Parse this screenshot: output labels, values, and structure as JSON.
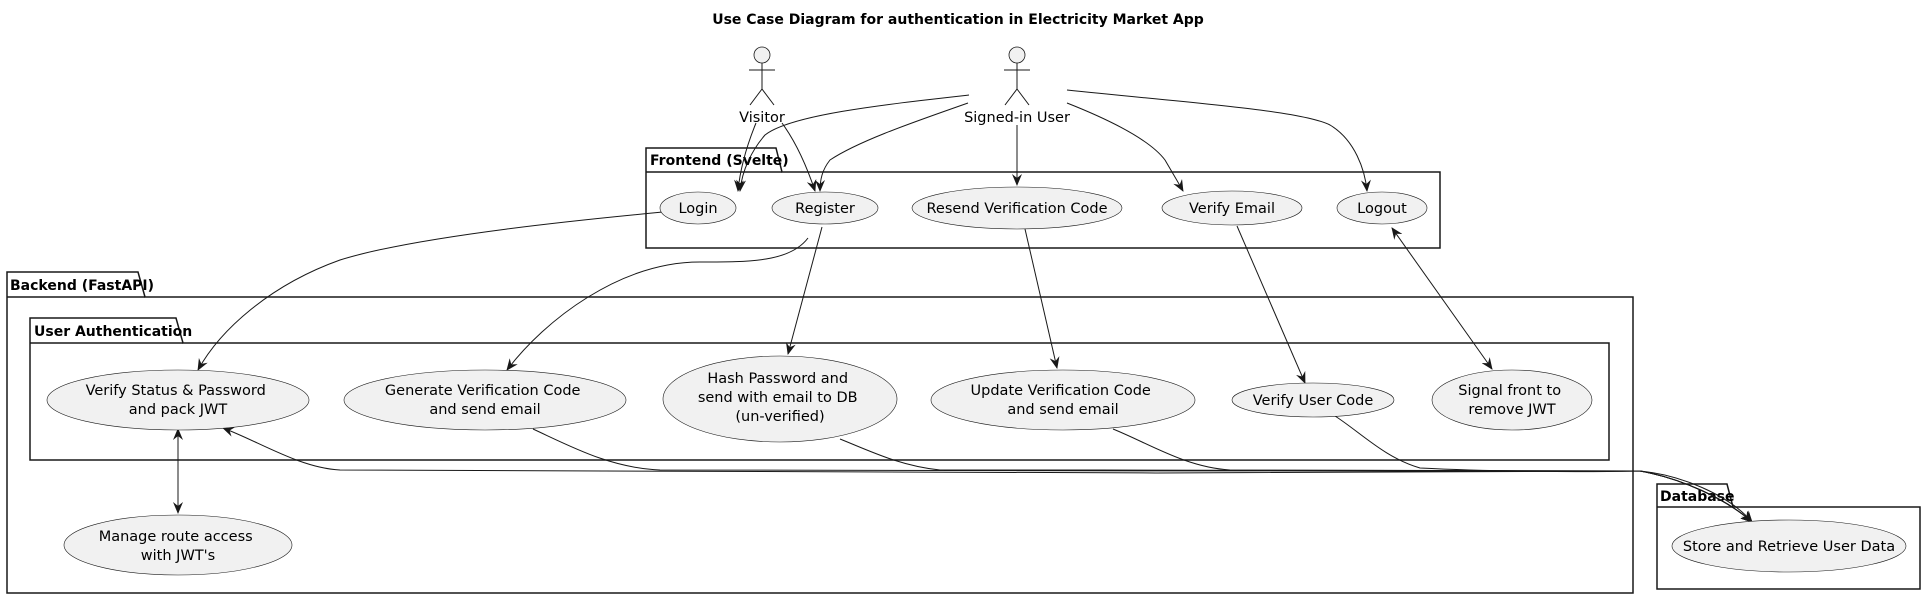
{
  "title": "Use Case Diagram for authentication in Electricity Market App",
  "actors": {
    "visitor": "Visitor",
    "signed_in_user": "Signed-in User"
  },
  "packages": {
    "frontend": "Frontend (Svelte)",
    "backend": "Backend (FastAPI)",
    "user_auth": "User Authentication",
    "database": "Database"
  },
  "use_cases": {
    "login": [
      "Login"
    ],
    "register": [
      "Register"
    ],
    "resend": [
      "Resend Verification Code"
    ],
    "verify_email": [
      "Verify Email"
    ],
    "logout": [
      "Logout"
    ],
    "verify_status": [
      "Verify Status & Password",
      "and pack JWT"
    ],
    "generate_code": [
      "Generate Verification Code",
      "and send email"
    ],
    "hash_password": [
      "Hash Password and",
      "send with email to DB",
      "(un-verified)"
    ],
    "update_code": [
      "Update Verification Code",
      "and send email"
    ],
    "verify_user_code": [
      "Verify User Code"
    ],
    "signal_front": [
      "Signal front to",
      "remove JWT"
    ],
    "manage_route": [
      "Manage route access",
      "with JWT's"
    ],
    "store_retrieve": [
      "Store and Retrieve User Data"
    ]
  }
}
